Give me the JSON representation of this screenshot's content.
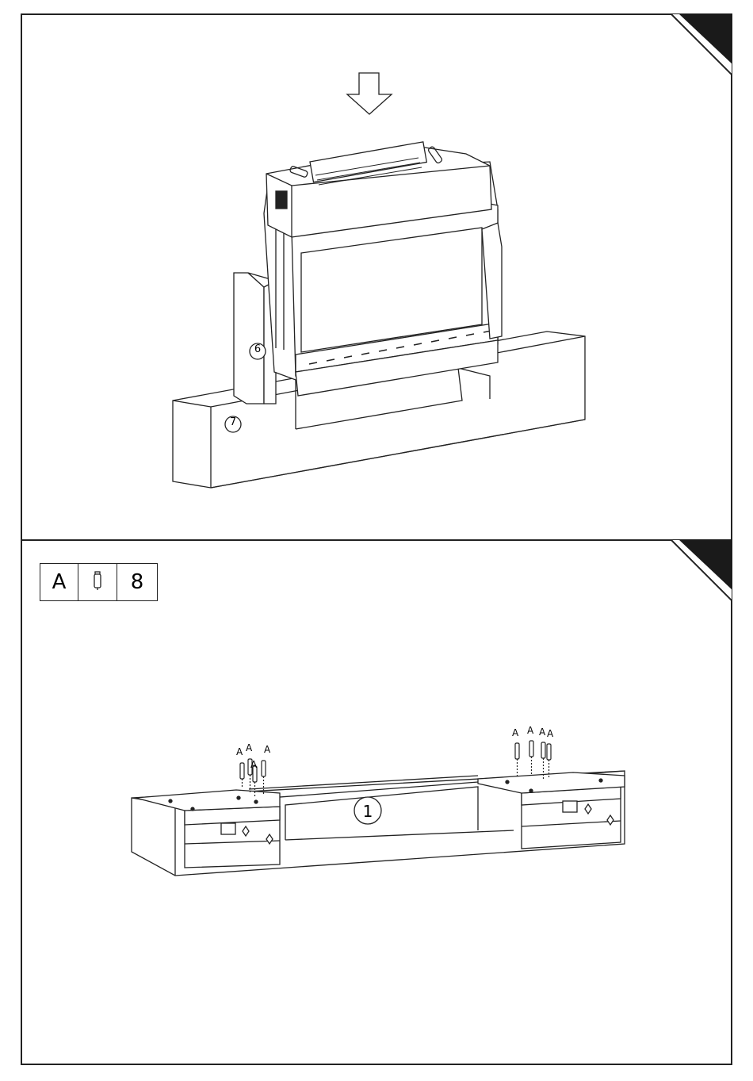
{
  "step_top": {
    "part_labels": [
      "6",
      "7"
    ]
  },
  "step_bottom": {
    "parts_table": {
      "letter": "A",
      "icon": "screw-icon",
      "qty": "8"
    },
    "part_label": "1",
    "screw_labels": [
      "A",
      "A",
      "A",
      "A",
      "A",
      "A",
      "A",
      "A"
    ]
  }
}
